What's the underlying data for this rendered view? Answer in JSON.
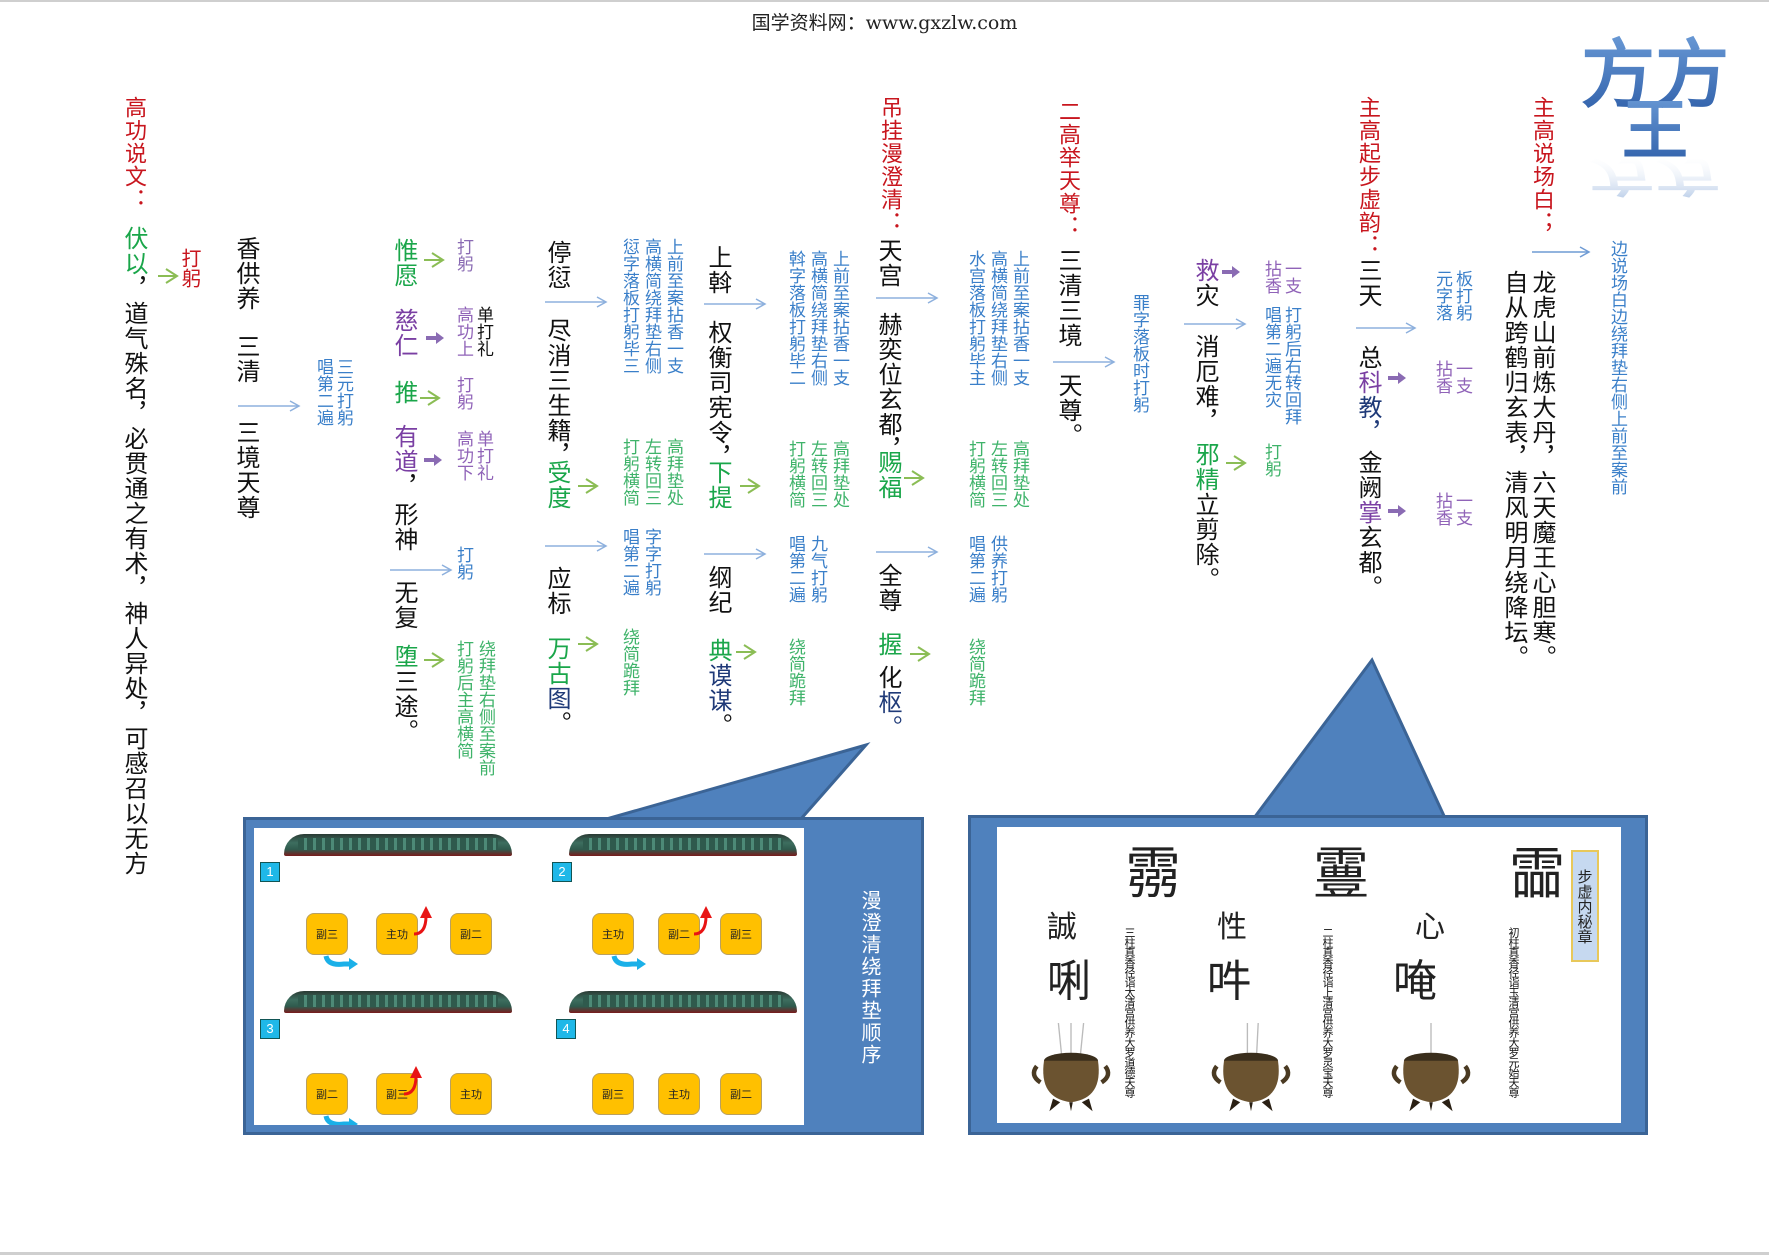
{
  "header": {
    "site": "国学资料网：www.gxzlw.com"
  },
  "decor_glyph": {
    "top": "方方",
    "bottom": "王",
    "color": "#3f74be"
  },
  "colors": {
    "red": "#c8161e",
    "green": "#1aa64a",
    "purple": "#7a3fa3",
    "navy": "#1f3a78",
    "blue": "#3a7fc9",
    "panel": "#4f81bd",
    "seat": "#ffc000"
  },
  "sections": {
    "s1": {
      "title": "主高说场白；",
      "line1": "龙虎山前炼大丹，六天魔王心胆寒。",
      "line2": "自从跨鹤归玄表，清风明月绕降坛。",
      "note": "边说场白边绕拜垫右侧上前至案前"
    },
    "s2": {
      "title": "主高起步虚韵：",
      "t1": "三天",
      "t2a": "总",
      "t2b": "科",
      "t2c": "教，",
      "t3a": "金阙",
      "t3b": "掌",
      "t3c": "玄都。",
      "note1a": "板打躬",
      "note1b": "元字落",
      "note2a": "一支",
      "note2b": "拈香",
      "note3a": "一支",
      "note3b": "拈香"
    },
    "s3": {
      "title": "二高举天尊：",
      "t1": "三清三境",
      "t2": "天尊。",
      "note": "罪字落板时打躬",
      "t3": "救",
      "t3b": "灾",
      "t4": "消厄难，",
      "t5": "邪精",
      "t5b": "立剪除。",
      "n3a": "一支",
      "n3b": "拈香",
      "n4a": "打躬后右转回拜",
      "n4b": "唱第二遍无灾",
      "n5": "打躬"
    },
    "s4": {
      "title": "吊挂漫澄清：",
      "t1": "天宫",
      "t2": "赫奕位玄都，",
      "t3": "赐福",
      "t4": "全尊",
      "t5": "握",
      "t6": "化",
      "t7": "枢。",
      "nr1a": "上前至案拈香一支",
      "nr1b": "高横简绕拜垫右侧",
      "nr1c": "水宫落板打躬毕主",
      "nr2a": "高拜垫处",
      "nr2b": "左转回三",
      "nr2c": "打躬横简",
      "nr3a": "供养打躬",
      "nr3b": "唱第二遍",
      "nr4": "绕简跪拜",
      "nl1a": "上前至案拈香一支",
      "nl1b": "高横简绕拜垫右侧",
      "nl1c": "斡字落板打躬毕二",
      "nl2a": "高拜垫处",
      "nl2b": "左转回三",
      "nl2c": "打躬横简",
      "nl3a": "九气打躬",
      "nl3b": "唱第二遍",
      "nl4": "绕简跪拜"
    },
    "s5": {
      "t1": "上斡",
      "t2": "权衡司宪令，",
      "t3": "下提",
      "t4": "纲纪",
      "t5": "典",
      "t5b": "谟谋",
      "t5c": "。",
      "ql": "停愆",
      "q2": "尽消三生籍，",
      "q3": "受度",
      "q4": "应标",
      "q5": "万古",
      "q5b": "图",
      "q5c": "。",
      "n1a": "上前至案拈香一支",
      "n1b": "高横简绕拜垫右侧",
      "n1c": "愆字落板打躬毕三",
      "n2a": "高拜垫处",
      "n2b": "左转回三",
      "n2c": "打躬横简",
      "n3a": "字字打躬",
      "n3b": "唱第二遍",
      "n4": "绕简跪拜"
    },
    "s6": {
      "w1": "惟愿",
      "w2": "慈仁",
      "w3": "推",
      "w4": "有道",
      "w4b": "，",
      "w5": "形神",
      "w6": "无复",
      "w7": "堕",
      "w8": "三途。",
      "n1": "打躬",
      "n2a": "单打礼",
      "n2b": "高功上",
      "n3": "打躬",
      "n4a": "单打礼",
      "n4b": "高功下",
      "n5": "打躬",
      "n6a": "绕拜垫右侧至案前",
      "n6b": "打躬后主高横简"
    },
    "s7": {
      "title": "高功说文：",
      "t1": "伏以",
      "t1b": "，道气殊名，必贯通之有术，神人异处，可感召以无方",
      "act": "打躬",
      "h1": "香供养",
      "h2": "三清",
      "h3": "三境天尊",
      "n1a": "三元打躬",
      "n1b": "唱第二遍"
    }
  },
  "panel_left": {
    "title": "漫澄清绕拜垫顺序",
    "steps": [
      {
        "num": "1",
        "seats": [
          "副三",
          "主功",
          "副二"
        ]
      },
      {
        "num": "2",
        "seats": [
          "主功",
          "副二",
          "副三"
        ]
      },
      {
        "num": "3",
        "seats": [
          "副二",
          "副三",
          "主功"
        ]
      },
      {
        "num": "4",
        "seats": [
          "副三",
          "主功",
          "副二"
        ]
      }
    ]
  },
  "panel_right": {
    "label": "步虚内秘章",
    "columns": [
      {
        "talisman": "霝",
        "virtue": "心",
        "syllable": "唵",
        "mantra": "初柱真香径诣玉清宫供养大罗元始天尊",
        "sticks": 1
      },
      {
        "talisman": "霻",
        "virtue": "性",
        "syllable": "吽",
        "mantra": "二柱真香径诣上清宫供养大罗灵宝天尊",
        "sticks": 2
      },
      {
        "talisman": "霛",
        "virtue": "誠",
        "syllable": "唎",
        "mantra": "三柱真香径诣太清宫供养大罗道德天尊",
        "sticks": 3
      }
    ]
  }
}
